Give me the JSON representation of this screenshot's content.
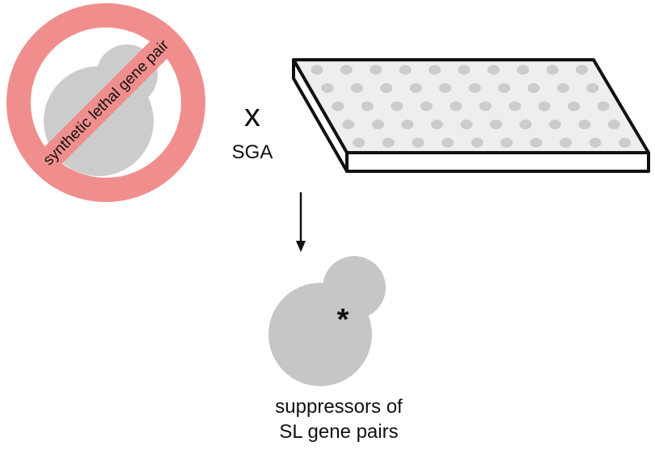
{
  "labels": {
    "banned_pair": "synthetic lethal gene pair",
    "cross_symbol": "x",
    "method": "SGA",
    "mutation_mark": "*",
    "result_line1": "suppressors of",
    "result_line2": "SL gene pairs"
  },
  "plate": {
    "rows": 5,
    "cols": 10
  },
  "colors": {
    "cell_gray": "#cccccc",
    "prohibition_red": "#f08e8e",
    "plate_surface": "#eeeeee",
    "plate_edge": "#111111",
    "colony_gray": "#c6c6c6"
  },
  "icons": {
    "prohibition": "prohibition-sign-icon",
    "arrow": "arrow-down-icon"
  }
}
